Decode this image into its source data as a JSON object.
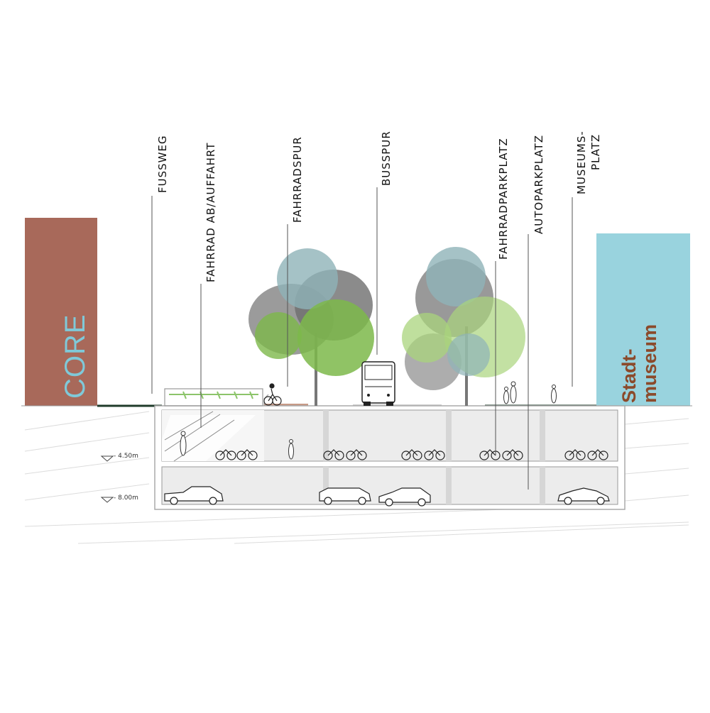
{
  "buildings": {
    "left_label": "CORE",
    "right_label_line1": "Stadt-",
    "right_label_line2": "museum",
    "left_color": "#a8695a",
    "right_color": "#99d3de",
    "left_text_color": "#7fc9d9",
    "right_text_color": "#8b4a2b"
  },
  "labels": {
    "fussweg": "FUSSWEG",
    "fahrrad_ab": "FAHRRAD AB/AUFFAHRT",
    "fahrradspur": "FAHRRADSPUR",
    "busspur": "BUSSPUR",
    "fahrradparkplatz": "FAHRRADPARKPLATZ",
    "autoparkplatz": "AUTOPARKPLATZ",
    "museumsplatz_line1": "MUSEUMS-",
    "museumsplatz_line2": "PLATZ"
  },
  "levels": {
    "upper": "- 4.50m",
    "lower": "- 8.00m"
  },
  "colors": {
    "tree_green": "#7db84a",
    "tree_blue": "#8fb3b8",
    "tree_gray": "#7a7a7a",
    "garage_fill": "#ececec",
    "column": "#d8d8d8"
  }
}
